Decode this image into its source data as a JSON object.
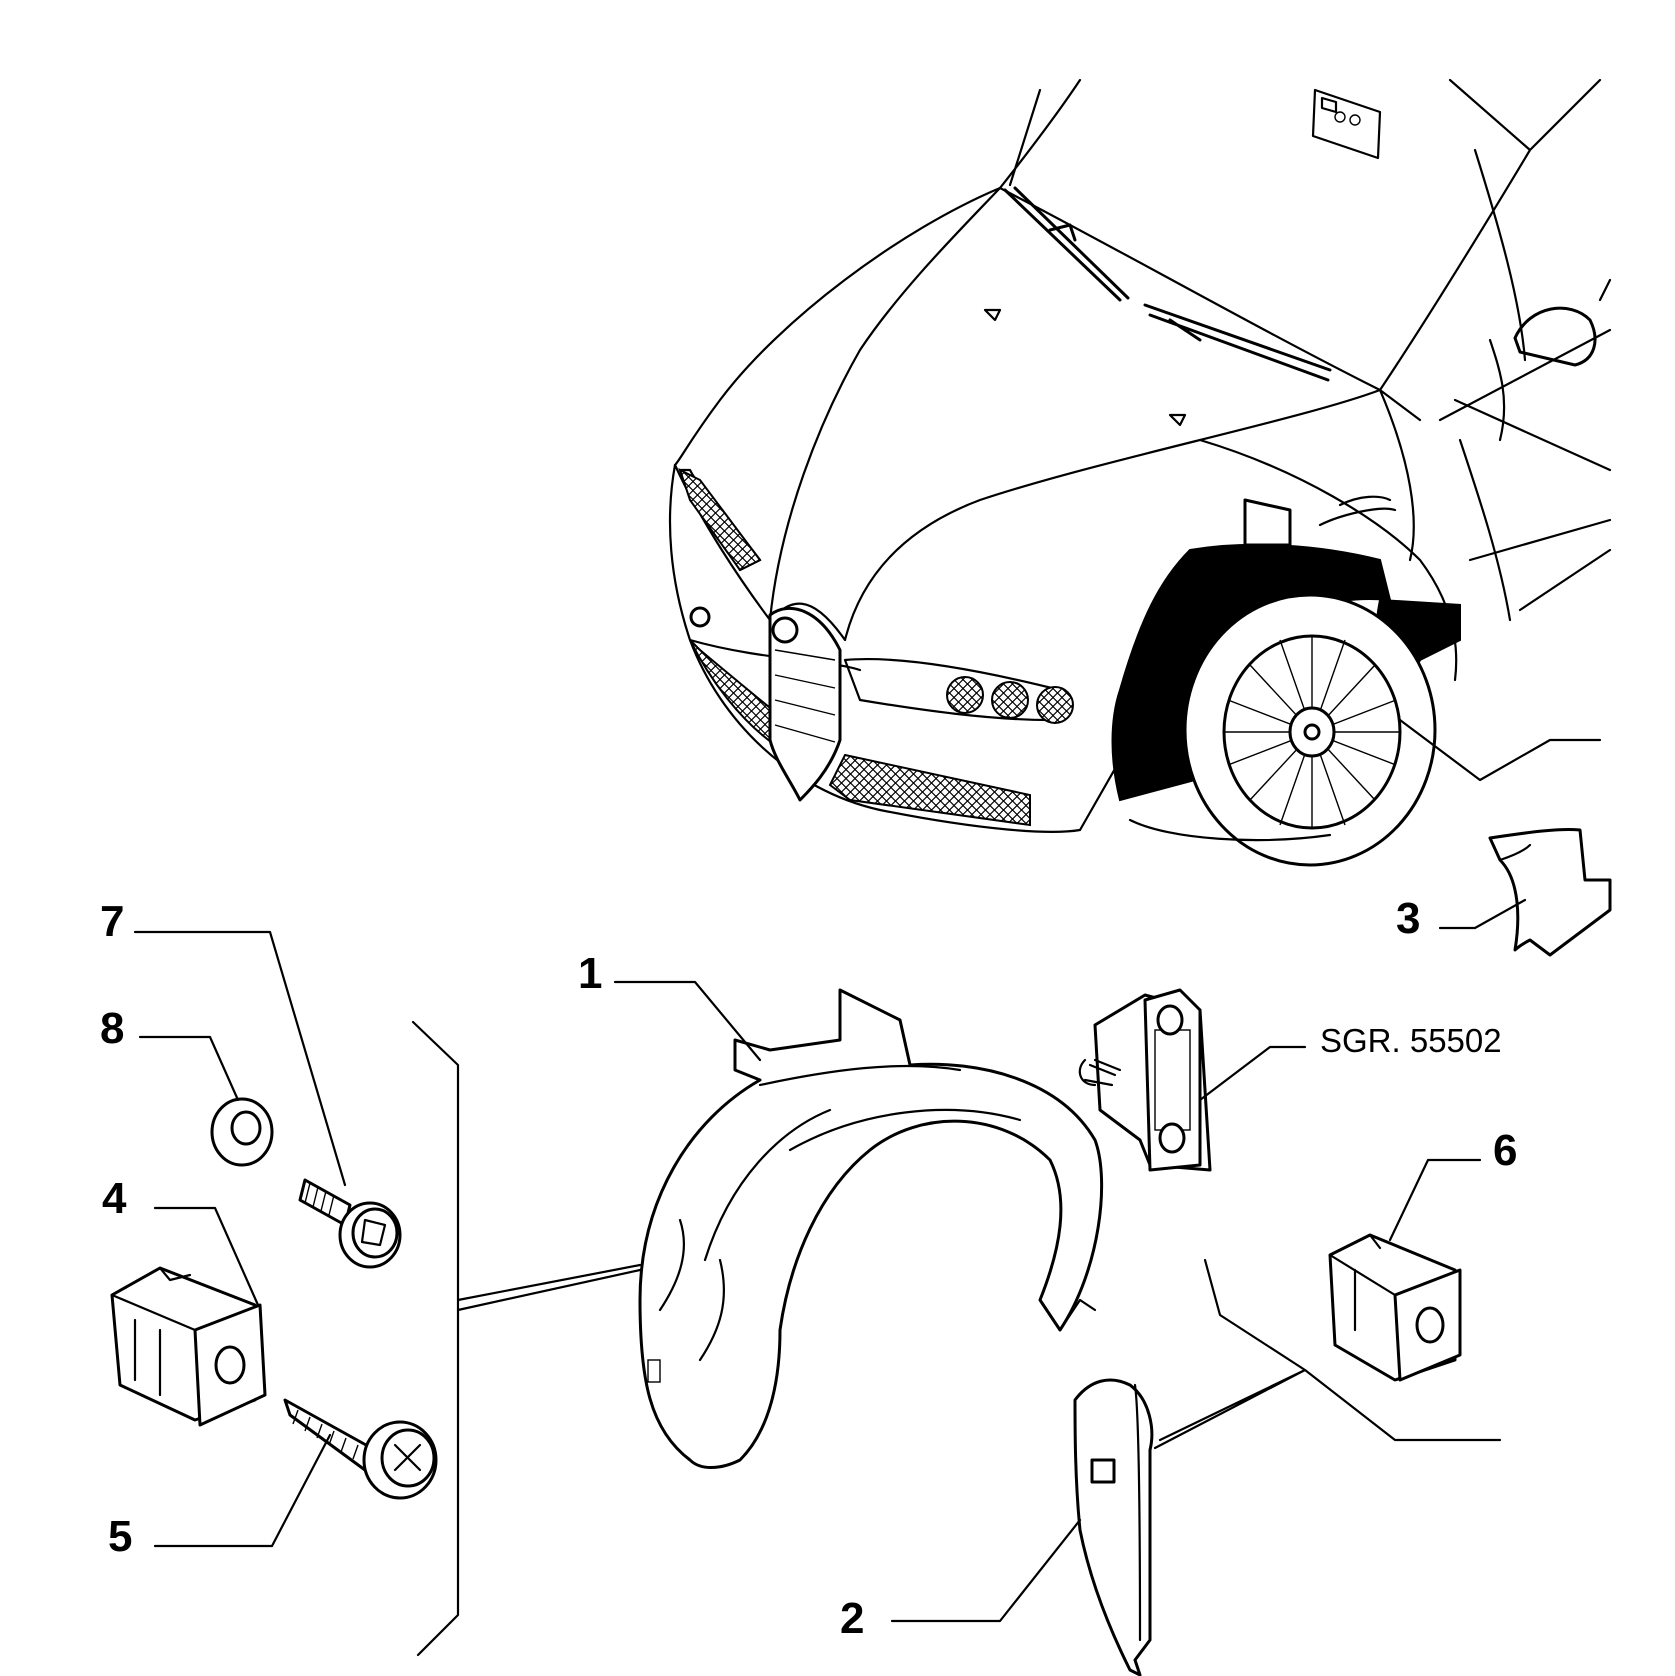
{
  "callouts": [
    {
      "id": "1",
      "label": "1"
    },
    {
      "id": "2",
      "label": "2"
    },
    {
      "id": "3",
      "label": "3"
    },
    {
      "id": "4",
      "label": "4"
    },
    {
      "id": "5",
      "label": "5"
    },
    {
      "id": "6",
      "label": "6"
    },
    {
      "id": "7",
      "label": "7"
    },
    {
      "id": "8",
      "label": "8"
    }
  ],
  "reference": {
    "label": "SGR. 55502"
  }
}
